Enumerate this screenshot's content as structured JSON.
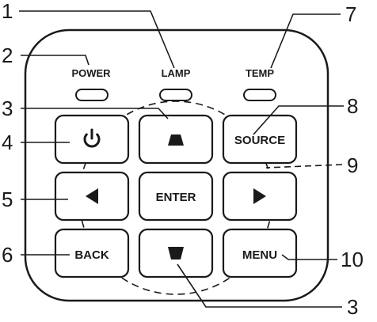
{
  "indicators": {
    "power": "POWER",
    "lamp": "LAMP",
    "temp": "TEMP"
  },
  "buttons": {
    "power_icon": "power-icon",
    "up_icon": "triangle-up-icon",
    "source": "SOURCE",
    "left_icon": "triangle-left-icon",
    "enter": "ENTER",
    "right_icon": "triangle-right-icon",
    "back": "BACK",
    "down_icon": "triangle-down-icon",
    "menu": "MENU"
  },
  "callouts": {
    "c1": "1",
    "c2": "2",
    "c3_top": "3",
    "c3_bottom": "3",
    "c4": "4",
    "c5": "5",
    "c6": "6",
    "c7": "7",
    "c8": "8",
    "c9": "9",
    "c10": "10"
  },
  "colors": {
    "line": "#1a1a1a",
    "background": "#ffffff"
  }
}
